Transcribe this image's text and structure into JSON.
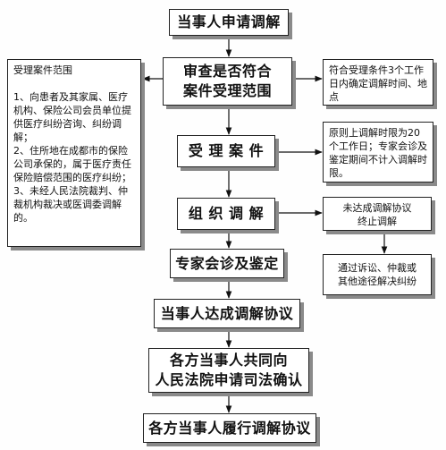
{
  "flow": {
    "step1": "当事人申请调解",
    "step2": "审查是否符合\n案件受理范围",
    "step3": "受 理 案 件",
    "step4": "组 织 调 解",
    "step5": "专家会诊及鉴定",
    "step6": "当事人达成调解协议",
    "step7": "各方当事人共同向\n人民法院申请司法确认",
    "step8": "各方当事人履行调解协议"
  },
  "notes": {
    "scope": "受理案件范围\n\n1、向患者及其家属、医疗机构、保险公司会员单位提供医疗纠纷咨询、纠纷调解；\n2、住所地在成都市的保险公司承保的，属于医疗责任保险赔偿范围的医疗纠纷；\n3、未经人民法院裁判、仲裁机构裁决或医调委调解的。",
    "accept_condition": "符合受理条件3个工作日内确定调解时间、地点",
    "time_limit": "原则上调解时限为20个工作日；专家会诊及鉴定期间不计入调解时限。",
    "no_agreement": "未达成调解协议\n终止调解",
    "other_channels": "通过诉讼、仲裁或\n其他途径解决纠纷"
  }
}
